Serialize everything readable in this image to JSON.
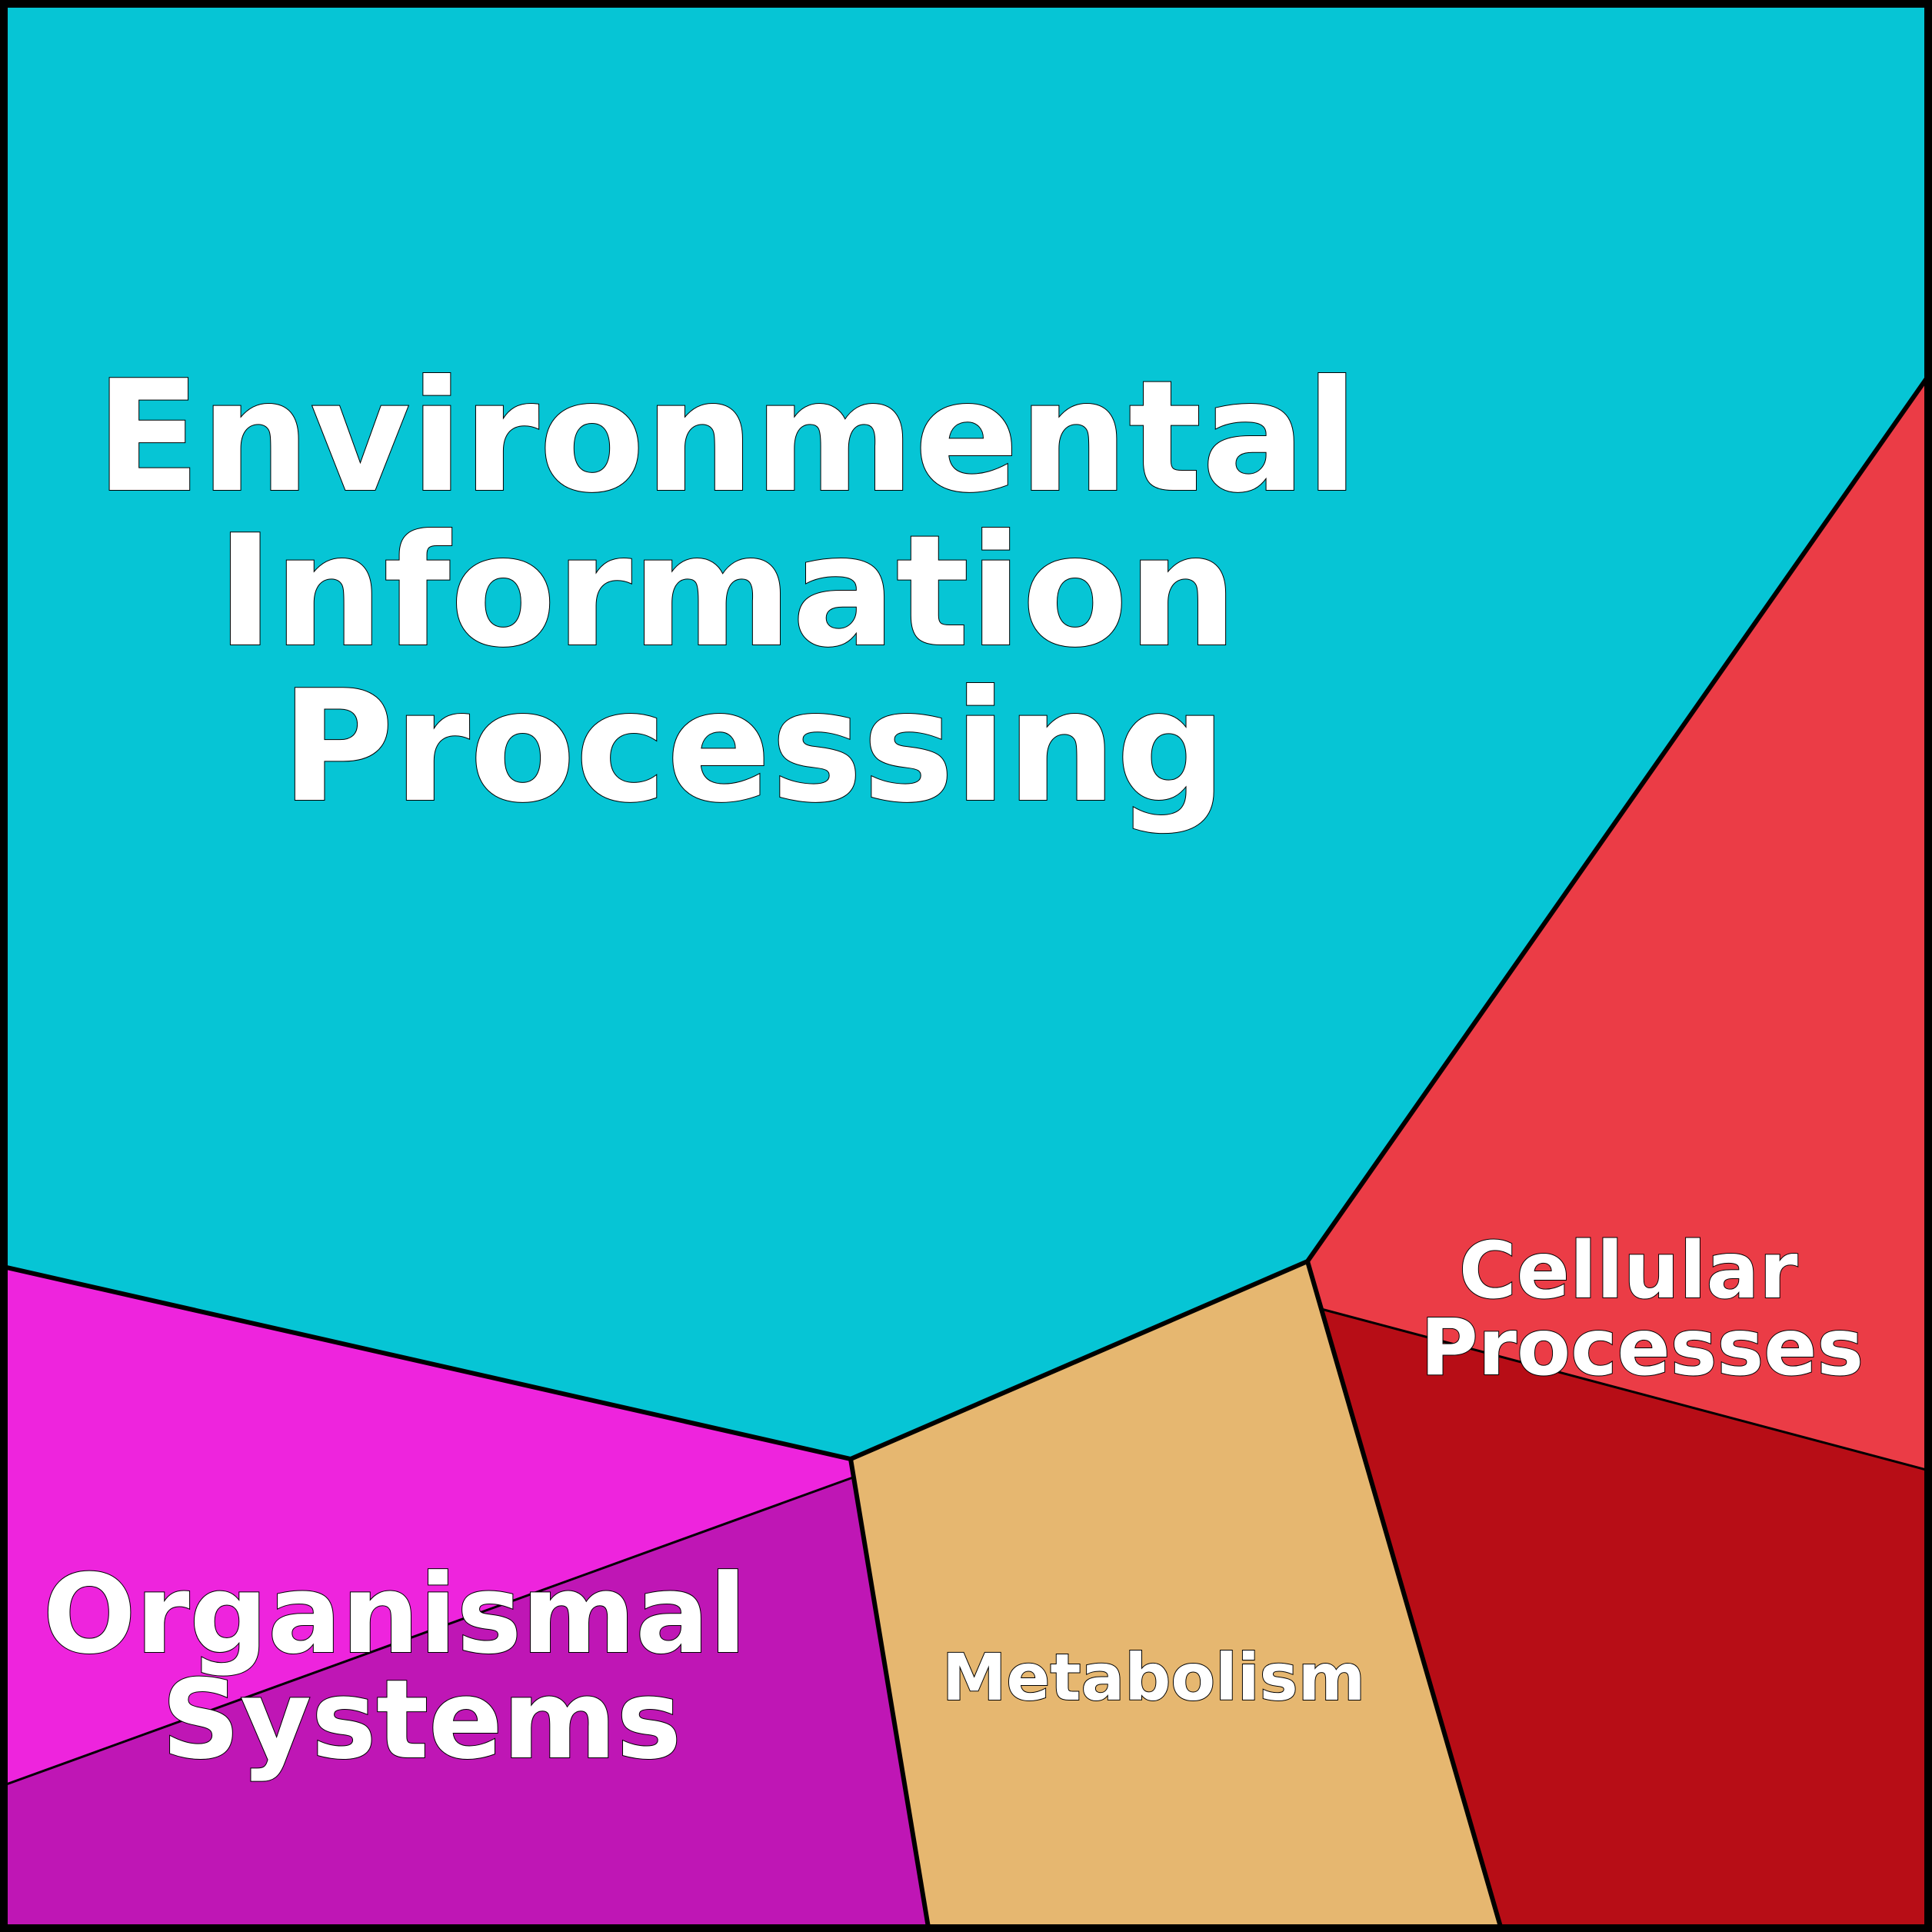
{
  "regions": {
    "environmental": {
      "lines": [
        "Environmental",
        "Information",
        "Processing"
      ],
      "color": "#06C5D5"
    },
    "cellular": {
      "lines": [
        "Cellular",
        "Processes"
      ],
      "color": "#EB3C46",
      "subregion_color": "#B70D16"
    },
    "organismal": {
      "lines": [
        "Organismal",
        "Systems"
      ],
      "color": "#EE24DD",
      "subregion_color": "#BF16B5"
    },
    "metabolism": {
      "lines": [
        "Metabolism"
      ],
      "color": "#E6B770"
    }
  },
  "border_color": "#000000"
}
